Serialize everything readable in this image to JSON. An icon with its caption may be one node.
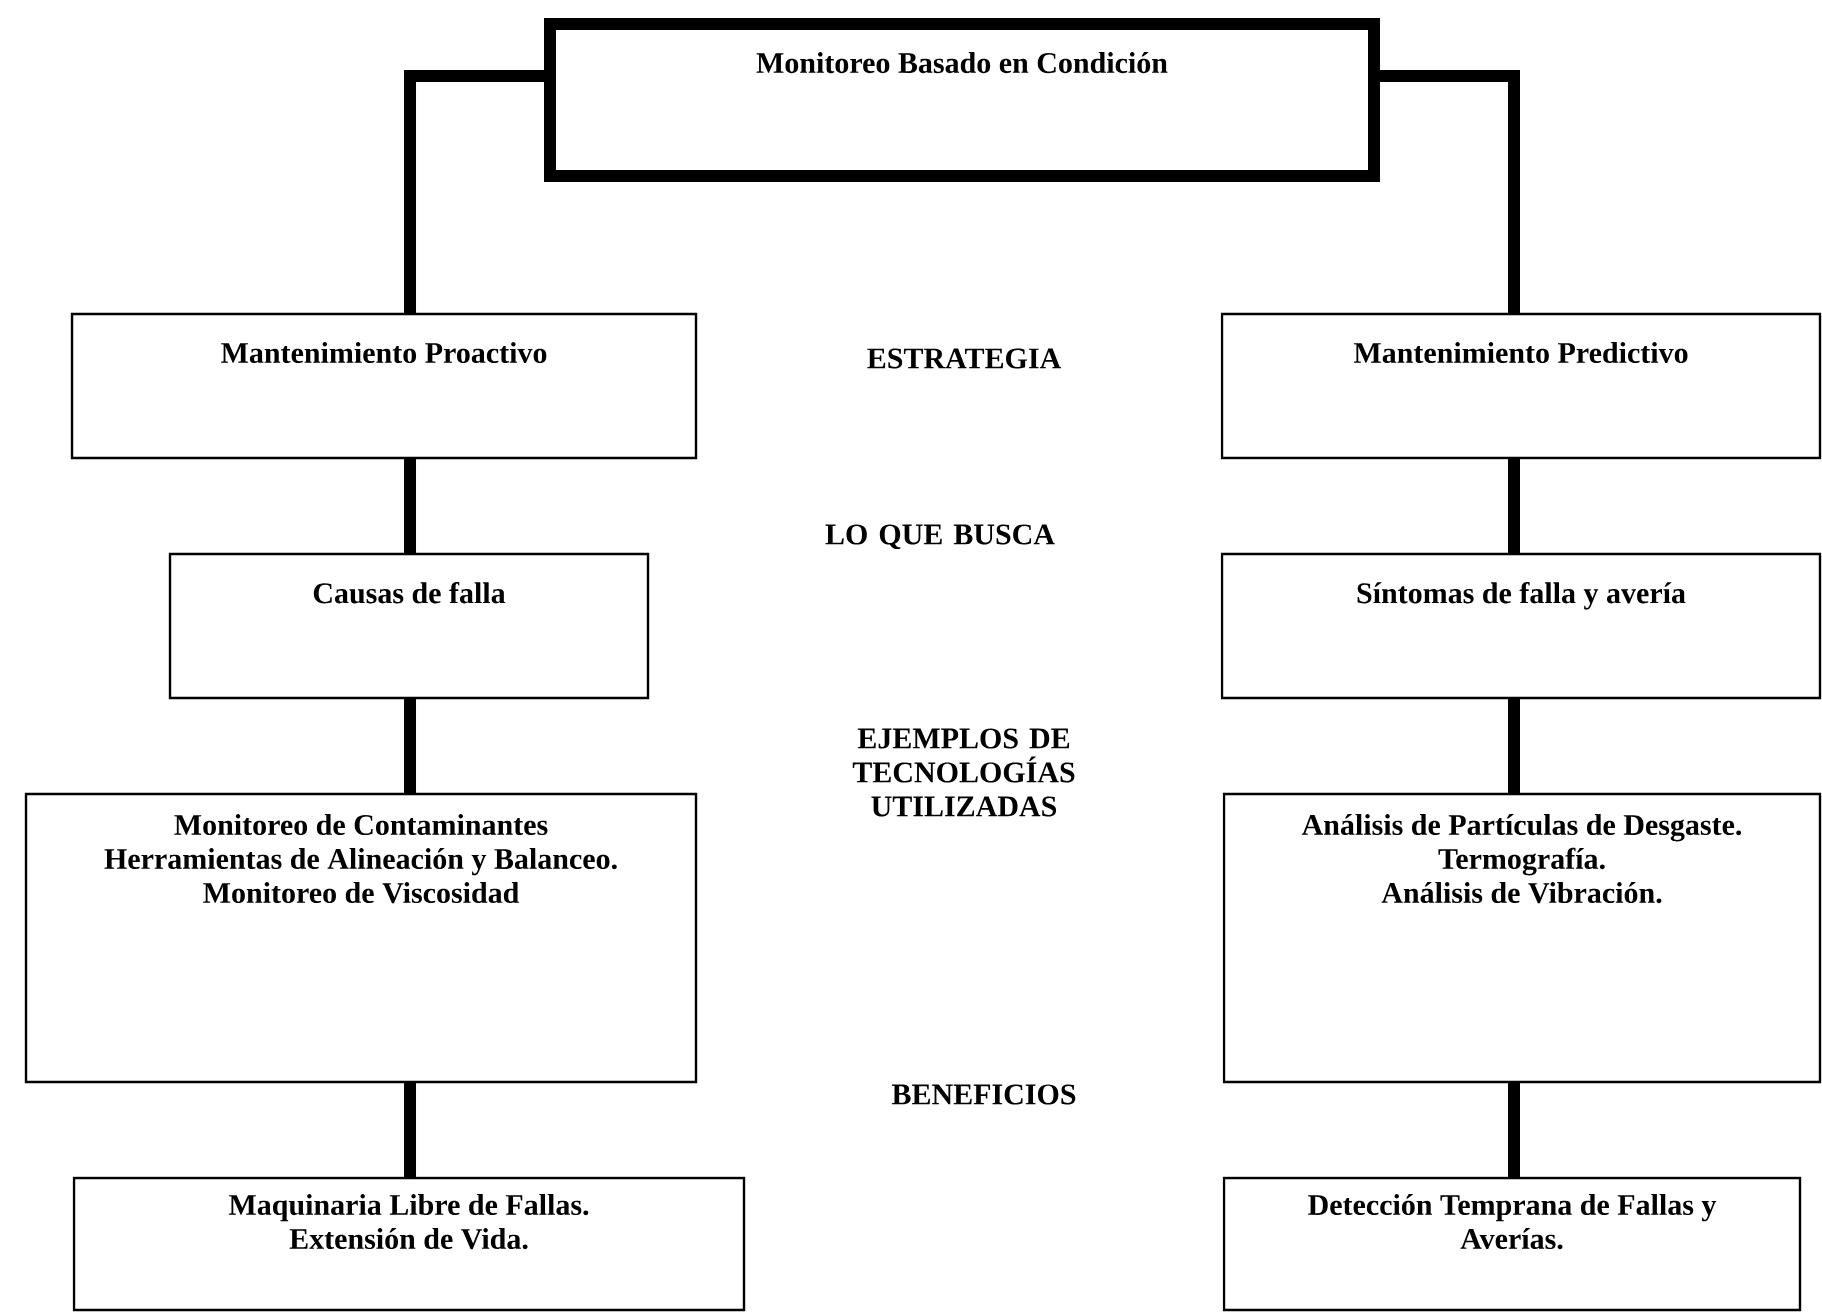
{
  "diagram": {
    "nodes": [
      {
        "text": [
          "Monitoreo Basado en Condición"
        ]
      },
      {
        "text": [
          "Mantenimiento Proactivo"
        ]
      },
      {
        "text": [
          "Mantenimiento Predictivo"
        ]
      },
      {
        "text": [
          "Causas de falla"
        ]
      },
      {
        "text": [
          "Síntomas de falla y avería"
        ]
      },
      {
        "text": [
          "Monitoreo de Contaminantes",
          "Herramientas de Alineación y Balanceo.",
          "Monitoreo de Viscosidad"
        ]
      },
      {
        "text": [
          "Análisis de Partículas de Desgaste.",
          "Termografía.",
          "Análisis de Vibración."
        ]
      },
      {
        "text": [
          "Maquinaria Libre de Fallas.",
          "Extensión de Vida."
        ]
      },
      {
        "text": [
          "Detección Temprana de Fallas y Averías."
        ]
      }
    ],
    "edges": [
      {
        "from": 0,
        "to": 1,
        "arrow": "none"
      },
      {
        "from": 0,
        "to": 2,
        "arrow": "none"
      },
      {
        "from": 1,
        "to": 3,
        "arrow": "none"
      },
      {
        "from": 2,
        "to": 4,
        "arrow": "none"
      },
      {
        "from": 3,
        "to": 5,
        "arrow": "none"
      },
      {
        "from": 4,
        "to": 6,
        "arrow": "none"
      },
      {
        "from": 5,
        "to": 7,
        "arrow": "none"
      },
      {
        "from": 6,
        "to": 8,
        "arrow": "none"
      }
    ],
    "labels": [
      "ESTRATEGIA",
      "LO QUE BUSCA",
      "EJEMPLOS DE TECNOLOGÍAS UTILIZADAS",
      "BENEFICIOS"
    ]
  }
}
